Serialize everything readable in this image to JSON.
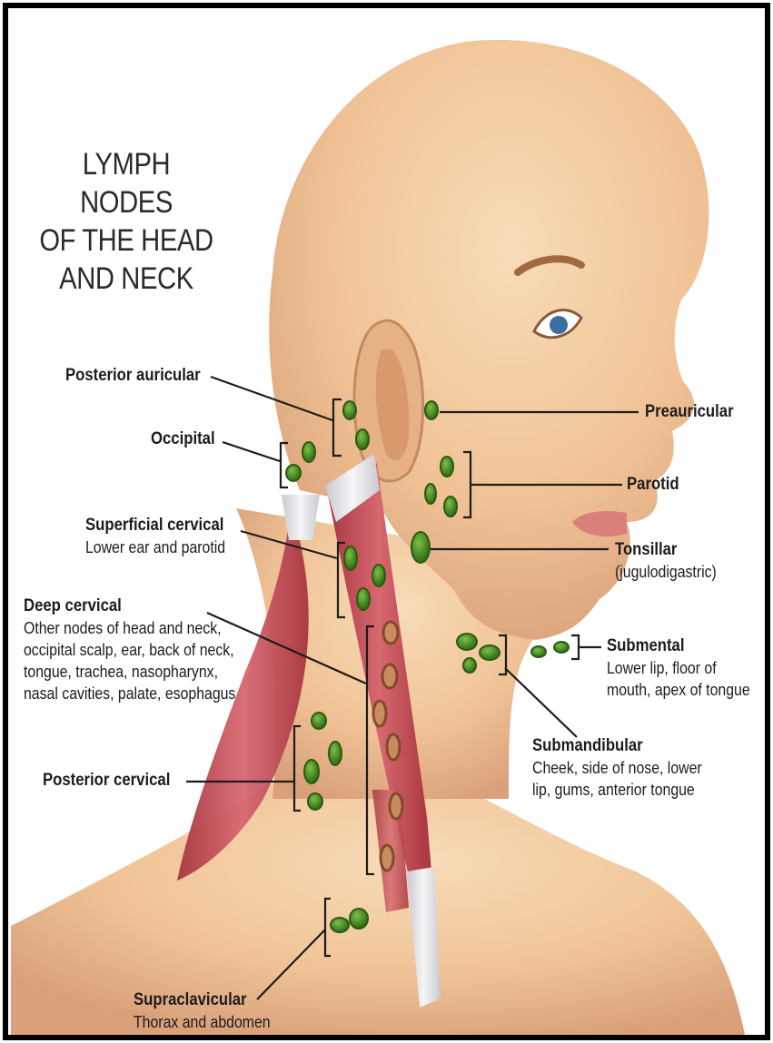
{
  "title_lines": [
    "LYMPH NODES",
    "OF THE HEAD",
    "AND NECK"
  ],
  "labels": {
    "posterior_auricular": {
      "name": "Posterior auricular"
    },
    "occipital": {
      "name": "Occipital"
    },
    "superficial_cervical": {
      "name": "Superficial cervical",
      "desc": [
        "Lower ear and parotid"
      ]
    },
    "deep_cervical": {
      "name": "Deep cervical",
      "desc": [
        "Other nodes of head and neck,",
        "occipital scalp, ear, back of neck,",
        "tongue, trachea, nasopharynx,",
        "nasal cavities, palate, esophagus"
      ]
    },
    "posterior_cervical": {
      "name": "Posterior cervical"
    },
    "supraclavicular": {
      "name": "Supraclavicular",
      "desc": [
        "Thorax and abdomen"
      ]
    },
    "preauricular": {
      "name": "Preauricular"
    },
    "parotid": {
      "name": "Parotid"
    },
    "tonsillar": {
      "name": "Tonsillar",
      "desc": [
        "(jugulodigastric)"
      ]
    },
    "submental": {
      "name": "Submental",
      "desc": [
        "Lower lip, floor of",
        "mouth, apex of tongue"
      ]
    },
    "submandibular": {
      "name": "Submandibular",
      "desc": [
        "Cheek, side of nose, lower",
        "lip, gums, anterior tongue"
      ]
    }
  },
  "colors": {
    "skin": "#f2c9a0",
    "skin_shadow": "#d9a57a",
    "muscle": "#c8505a",
    "tendon": "#e8e8ec",
    "node": "#4a8a22",
    "node_outline": "#2d5a12",
    "leader": "#1c1c1c",
    "frame": "#000000"
  }
}
